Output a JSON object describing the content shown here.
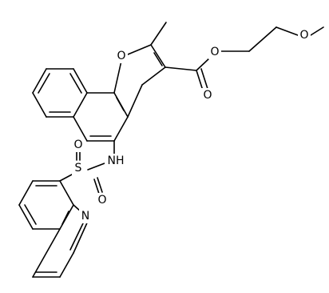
{
  "molecule": {
    "atom_labels": {
      "ring_oxygen": "O",
      "ester_oxygen": "O",
      "carbonyl_oxygen": "O",
      "ether_oxygen": "O",
      "amine_nh": "NH",
      "sulfur": "S",
      "sulfonyl_oxygen_top": "O",
      "sulfonyl_oxygen_bottom": "O",
      "quinoline_nitrogen": "N"
    },
    "colors": {
      "bond": "#000000",
      "label": "#000000",
      "background": "#ffffff"
    }
  }
}
